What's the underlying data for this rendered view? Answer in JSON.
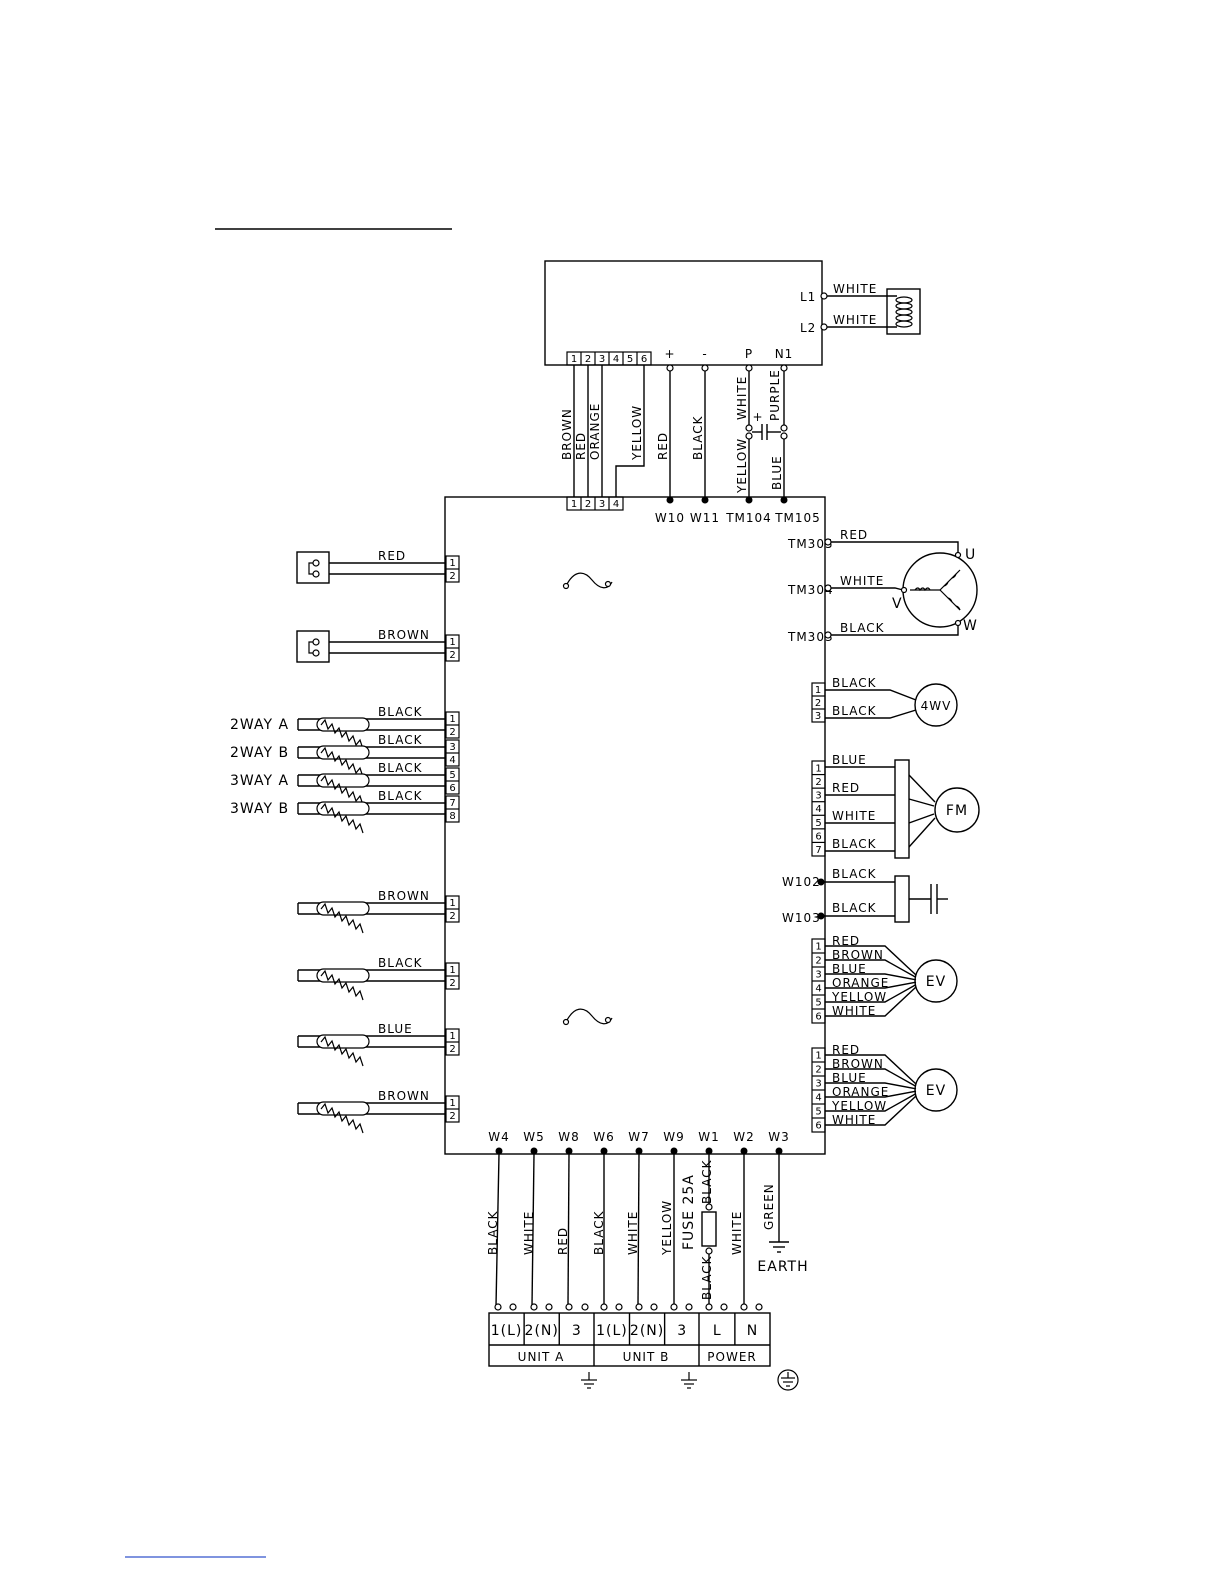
{
  "top_module": {
    "connector_pins": [
      "1",
      "2",
      "3",
      "4",
      "5",
      "6"
    ],
    "terminals": [
      "+",
      "-",
      "P",
      "N1"
    ],
    "l_terminals": [
      "L1",
      "L2"
    ],
    "l_wires": [
      "WHITE",
      "WHITE"
    ]
  },
  "vertical_wires": {
    "connector": [
      "BROWN",
      "RED",
      "ORANGE",
      "YELLOW"
    ],
    "plus": "RED",
    "minus": "BLACK",
    "p_upper": "WHITE",
    "p_lower": "YELLOW",
    "n1_upper": "PURPLE",
    "n1_lower": "BLUE",
    "cap_plus": "+"
  },
  "board": {
    "top_connector_pins": [
      "1",
      "2",
      "3",
      "4"
    ],
    "top_terminals": [
      "W10",
      "W11",
      "TM104",
      "TM105"
    ],
    "bottom_terminals": [
      "W4",
      "W5",
      "W8",
      "W6",
      "W7",
      "W9",
      "W1",
      "W2",
      "W3"
    ]
  },
  "left_components": [
    {
      "label": "",
      "wire": "RED",
      "pins": [
        "1",
        "2"
      ]
    },
    {
      "label": "",
      "wire": "BROWN",
      "pins": [
        "1",
        "2"
      ]
    },
    {
      "label": "2WAY A",
      "wire": "BLACK",
      "pins": [
        "1",
        "2"
      ]
    },
    {
      "label": "2WAY B",
      "wire": "BLACK",
      "pins": [
        "3",
        "4"
      ]
    },
    {
      "label": "3WAY A",
      "wire": "BLACK",
      "pins": [
        "5",
        "6"
      ]
    },
    {
      "label": "3WAY B",
      "wire": "BLACK",
      "pins": [
        "7",
        "8"
      ]
    },
    {
      "label": "",
      "wire": "BROWN",
      "pins": [
        "1",
        "2"
      ]
    },
    {
      "label": "",
      "wire": "BLACK",
      "pins": [
        "1",
        "2"
      ]
    },
    {
      "label": "",
      "wire": "BLUE",
      "pins": [
        "1",
        "2"
      ]
    },
    {
      "label": "",
      "wire": "BROWN",
      "pins": [
        "1",
        "2"
      ]
    }
  ],
  "motor": {
    "terminals": [
      "TM305",
      "TM304",
      "TM303"
    ],
    "wires": [
      "RED",
      "WHITE",
      "BLACK"
    ],
    "phases": [
      "U",
      "V",
      "W"
    ]
  },
  "four_way_valve": {
    "label": "4WV",
    "pins": [
      "1",
      "2",
      "3"
    ],
    "wires": [
      "BLACK",
      "BLACK"
    ]
  },
  "fan_motor": {
    "label": "FM",
    "pins": [
      "1",
      "2",
      "3",
      "4",
      "5",
      "6",
      "7"
    ],
    "wires": [
      "BLUE",
      "RED",
      "WHITE",
      "BLACK"
    ]
  },
  "capacitor_block": {
    "terminals": [
      "W102",
      "W103"
    ],
    "wires": [
      "BLACK",
      "BLACK"
    ]
  },
  "ev1": {
    "label": "EV",
    "pins": [
      "1",
      "2",
      "3",
      "4",
      "5",
      "6"
    ],
    "wires": [
      "RED",
      "BROWN",
      "BLUE",
      "ORANGE",
      "YELLOW",
      "WHITE"
    ]
  },
  "ev2": {
    "label": "EV",
    "pins": [
      "1",
      "2",
      "3",
      "4",
      "5",
      "6"
    ],
    "wires": [
      "RED",
      "BROWN",
      "BLUE",
      "ORANGE",
      "YELLOW",
      "WHITE"
    ]
  },
  "bottom_wires": [
    "BLACK",
    "WHITE",
    "RED",
    "BLACK",
    "WHITE",
    "YELLOW",
    "BLACK",
    "WHITE",
    "GREEN"
  ],
  "fuse": {
    "label": "FUSE 25A",
    "upper_wire": "BLACK",
    "lower_wire": "BLACK"
  },
  "earth_label": "EARTH",
  "terminal_block": {
    "cells": [
      "1(L)",
      "2(N)",
      "3",
      "1(L)",
      "2(N)",
      "3",
      "L",
      "N"
    ],
    "groups": [
      "UNIT A",
      "UNIT B",
      "POWER"
    ]
  }
}
